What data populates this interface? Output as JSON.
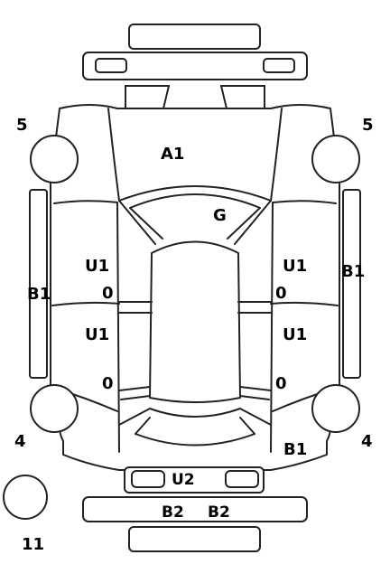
{
  "colors": {
    "outline": "#222222",
    "light_highlight": "#f5e634",
    "brake_light": "#e30613",
    "background": "#ffffff"
  },
  "labels": {
    "a1": "A1",
    "g": "G",
    "u1_front_left": "U1",
    "u1_front_right": "U1",
    "u1_rear_left": "U1",
    "u1_rear_right": "U1",
    "b1_left": "B1",
    "b1_right": "B1",
    "b1_rear_right": "B1",
    "u2": "U2",
    "b2_left": "B2",
    "b2_right": "B2",
    "wheel_front_left": "5",
    "wheel_front_right": "5",
    "wheel_rear_left": "4",
    "wheel_rear_right": "4",
    "spare_tire": "11",
    "handle_fl": "0",
    "handle_fr": "0",
    "handle_rl": "0",
    "handle_rr": "0"
  }
}
